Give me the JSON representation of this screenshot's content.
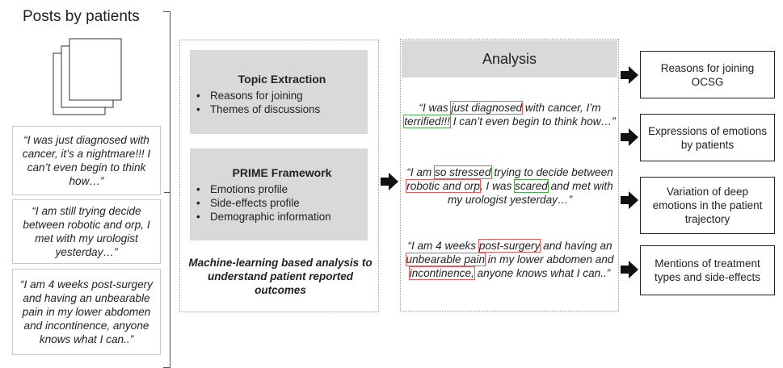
{
  "left_panel": {
    "title": "Posts by patients",
    "posts": [
      "“I was just diagnosed with cancer, it’s a nightmare!!! I can’t even begin to think how…”",
      "“I am still trying decide between robotic and orp, I met with my urologist yesterday…”",
      "“I am 4 weeks post-surgery and having an unbearable pain in my lower abdomen and incontinence, anyone knows what I can..”"
    ]
  },
  "methods": {
    "topic_extraction": {
      "title": "Topic Extraction",
      "items": [
        "Reasons for joining",
        "Themes of discussions"
      ]
    },
    "prime_framework": {
      "title": "PRIME Framework",
      "items": [
        "Emotions profile",
        "Side-effects profile",
        "Demographic information"
      ]
    },
    "caption": "Machine-learning based analysis to understand patient reported outcomes"
  },
  "analysis": {
    "title": "Analysis",
    "quote1": {
      "p1": "“I was ",
      "h1": "just diagnosed",
      "p2": " with cancer, I’m ",
      "h2": "terrified!!!",
      "p3": " I can’t even begin to think how…”"
    },
    "quote2": {
      "p1": "“I am ",
      "h1": "so stressed",
      "p2": " trying to decide between ",
      "h2": "robotic and orp",
      "p3": ", I was ",
      "h3": "scared",
      "p4": " and met with my urologist yesterday…”"
    },
    "quote3": {
      "p1": "“I am 4 weeks ",
      "h1": "post-surgery",
      "p2": " and having an ",
      "h2": "unbearable pain",
      "p3": " in my lower abdomen and ",
      "h3": "incontinence,",
      "p4": " anyone knows what I can..”"
    }
  },
  "outputs": [
    "Reasons for joining OCSG",
    "Expressions of emotions by patients",
    "Variation of deep emotions in the patient trajectory",
    "Mentions of treatment types and side-effects"
  ],
  "colors": {
    "grey_fill": "#d9d9d9",
    "highlight_red": "#e06060",
    "highlight_green": "#4caa4c",
    "arrow": "#111111"
  }
}
